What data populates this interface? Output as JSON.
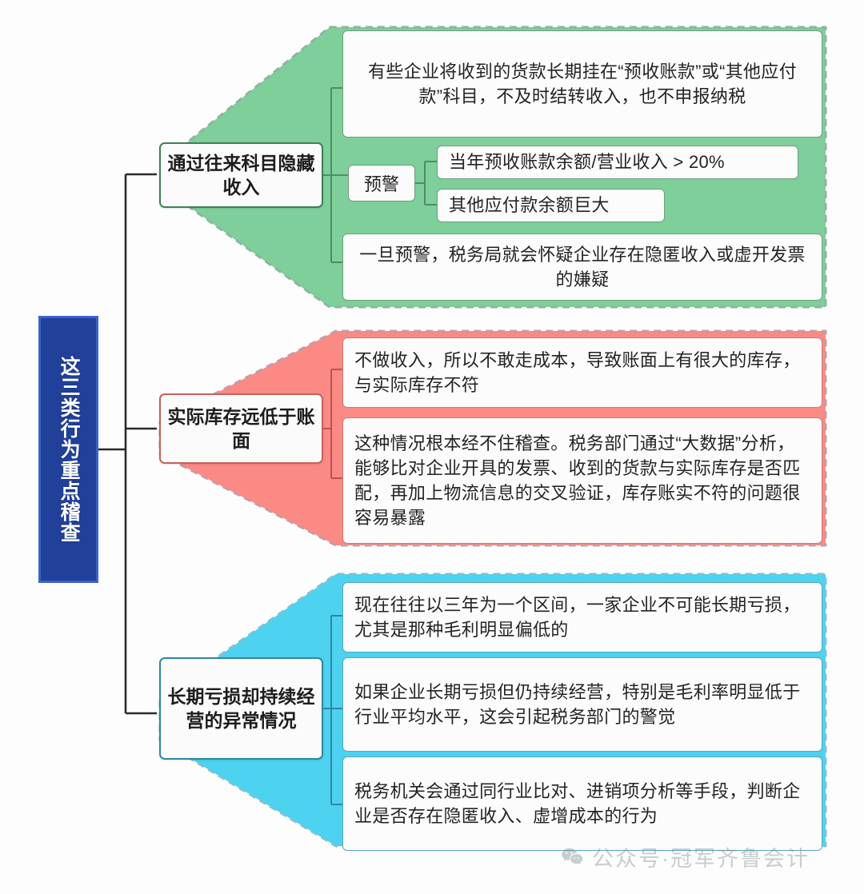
{
  "root": {
    "label": "这三类行为重点稽查",
    "color": "#21409a"
  },
  "branches": [
    {
      "id": "green",
      "label": "通过往来科目隐藏收入",
      "color": "#7ecf9a",
      "border_color": "#3f7f58",
      "items": [
        "有些企业将收到的货款长期挂在“预收账款”或“其他应付款”科目，不及时结转收入，也不申报纳税",
        "一旦预警，税务局就会怀疑企业存在隐匿收入或虚开发票的嫌疑"
      ],
      "sub_group": {
        "label": "预警",
        "items": [
          "当年预收账款余额/营业收入 > 20%",
          "其他应付款余额巨大"
        ]
      }
    },
    {
      "id": "red",
      "label": "实际库存远低于账面",
      "color": "#fb8a85",
      "border_color": "#c4625d",
      "items": [
        "不做收入，所以不敢走成本，导致账面上有很大的库存，与实际库存不符",
        "这种情况根本经不住稽查。税务部门通过“大数据”分析，能够比对企业开具的发票、收到的货款与实际库存是否匹配，再加上物流信息的交叉验证，库存账实不符的问题很容易暴露"
      ]
    },
    {
      "id": "cyan",
      "label": "长期亏损却持续经营的异常情况",
      "color": "#4dd2f0",
      "border_color": "#2e87a2",
      "items": [
        "现在往往以三年为一个区间，一家企业不可能长期亏损，尤其是那种毛利明显偏低的",
        "如果企业长期亏损但仍持续经营，特别是毛利率明显低于行业平均水平，这会引起税务部门的警觉",
        "税务机关会通过同行业比对、进销项分析等手段，判断企业是否存在隐匿收入、虚增成本的行为"
      ]
    }
  ],
  "watermark": {
    "text": "公众号·冠军齐鲁会计",
    "icon": "wechat-icon"
  }
}
